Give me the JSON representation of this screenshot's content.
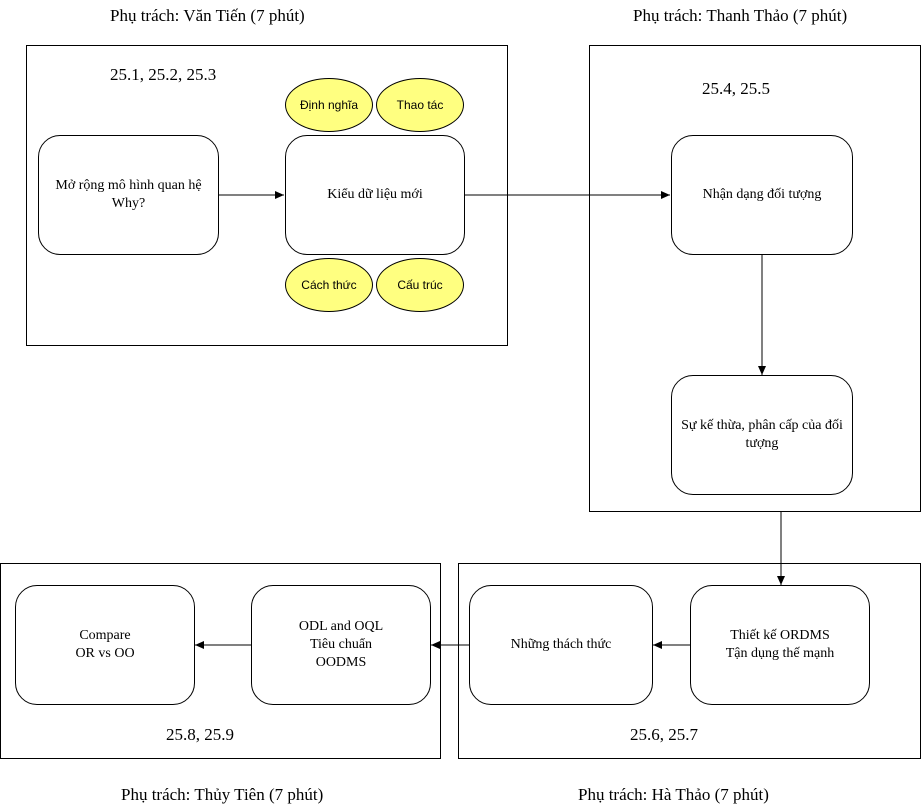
{
  "groups": {
    "g1": {
      "owner": "Phụ trách: Văn Tiến (7 phút)",
      "codes": "25.1, 25.2, 25.3"
    },
    "g2": {
      "owner": "Phụ trách: Thanh Thảo (7 phút)",
      "codes": "25.4, 25.5"
    },
    "g3": {
      "owner": "Phụ trách: Hà Thảo (7 phút)",
      "codes": "25.6, 25.7"
    },
    "g4": {
      "owner": "Phụ trách: Thủy Tiên (7 phút)",
      "codes": "25.8, 25.9"
    }
  },
  "nodes": {
    "extend_model": {
      "line1": "Mở rộng mô hình quan hệ",
      "line2": "Why?"
    },
    "new_types": {
      "line1": "Kiểu dữ liệu mới"
    },
    "identity": {
      "line1": "Nhận dạng đối tượng"
    },
    "inheritance": {
      "line1": "Sự kế thừa, phân cấp của đối",
      "line2": "tượng"
    },
    "ordms": {
      "line1": "Thiết kế ORDMS",
      "line2": "Tận dụng thế mạnh"
    },
    "challenges": {
      "line1": "Những thách thức"
    },
    "odl": {
      "line1": "ODL and OQL",
      "line2": "Tiêu chuẩn",
      "line3": "OODMS"
    },
    "compare": {
      "line1": "Compare",
      "line2": "OR vs OO"
    }
  },
  "ovals": {
    "definition": "Định nghĩa",
    "operation": "Thao tác",
    "method": "Cách thức",
    "structure": "Cấu trúc"
  },
  "colors": {
    "oval_fill": "#ffff80",
    "line": "#000000"
  }
}
